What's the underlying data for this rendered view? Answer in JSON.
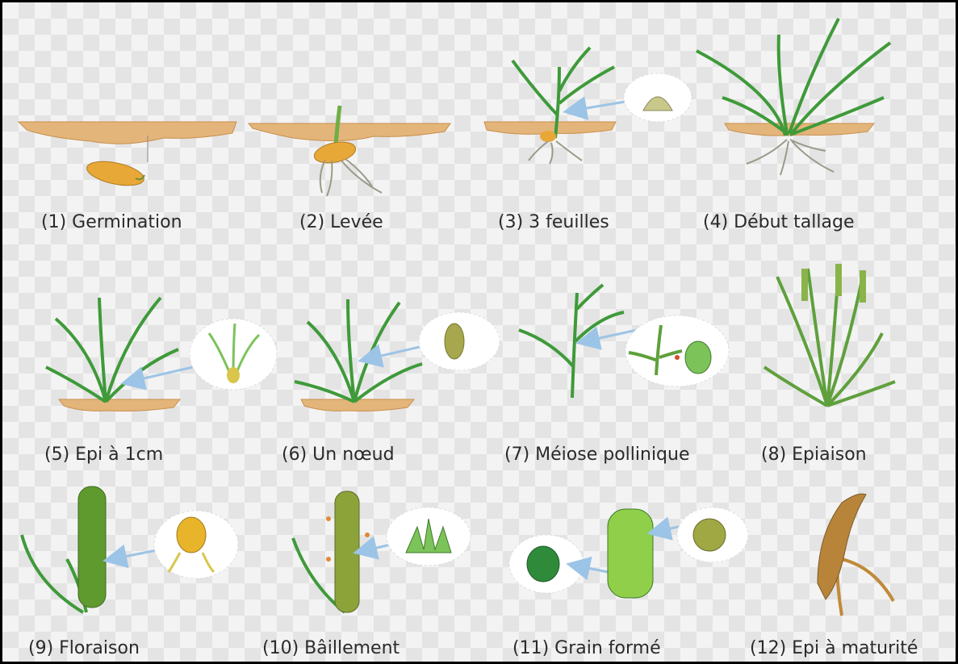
{
  "stages": [
    {
      "label": "(1) Germination",
      "icon": "germination-icon"
    },
    {
      "label": "(2) Levée",
      "icon": "emergence-icon"
    },
    {
      "label": "(3) 3 feuilles",
      "icon": "three-leaves-icon"
    },
    {
      "label": "(4) Début tallage",
      "icon": "tillering-start-icon"
    },
    {
      "label": "(5) Epi à 1cm",
      "icon": "ear-1cm-icon"
    },
    {
      "label": "(6) Un nœud",
      "icon": "one-node-icon"
    },
    {
      "label": "(7) Méiose pollinique",
      "icon": "pollen-meiosis-icon"
    },
    {
      "label": "(8) Epiaison",
      "icon": "heading-icon"
    },
    {
      "label": "(9) Floraison",
      "icon": "flowering-icon"
    },
    {
      "label": "(10) Bâillement",
      "icon": "yawning-icon"
    },
    {
      "label": "(11) Grain formé",
      "icon": "grain-formed-icon"
    },
    {
      "label": "(12) Epi à maturité",
      "icon": "ear-maturity-icon"
    }
  ],
  "colors": {
    "soil": "#e3b57a",
    "soil_dark": "#c98f4c",
    "leaf": "#3f9a3a",
    "leaf_light": "#7cc35a",
    "seed": "#e8a838",
    "ear_green": "#5f9a2f",
    "ear_ripe": "#c08a3a",
    "arrow": "#9cc4e6",
    "root": "#9a9a8a"
  }
}
